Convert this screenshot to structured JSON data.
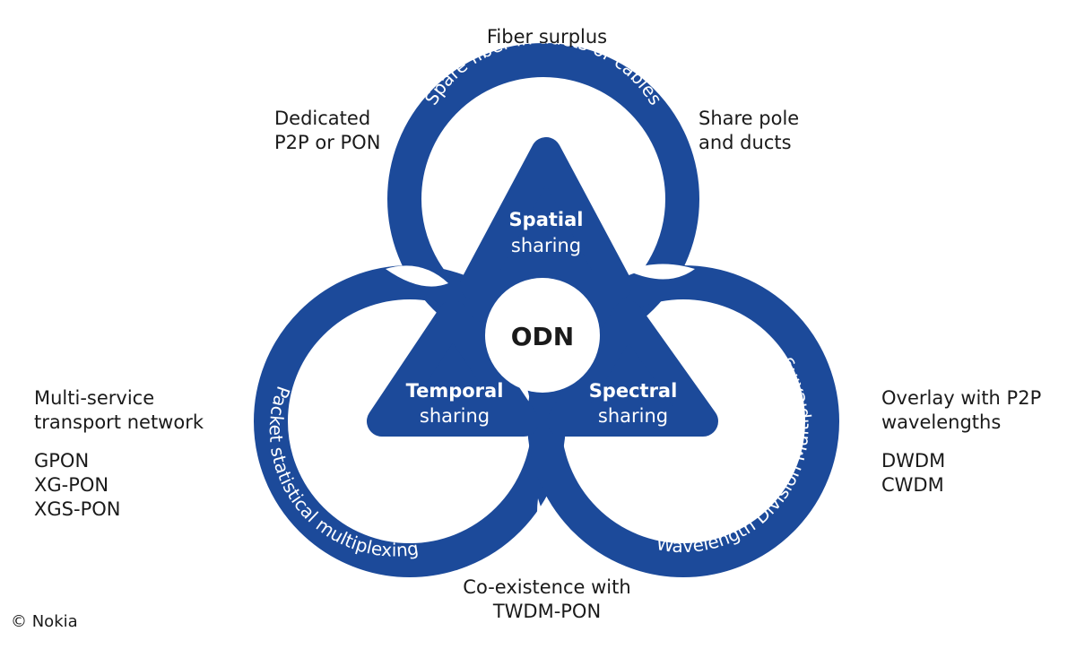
{
  "diagram": {
    "colors": {
      "primary": "#1c4a9a",
      "background": "#ffffff",
      "text_dark": "#1a1a1a",
      "text_light": "#ffffff"
    },
    "center": {
      "label": "ODN"
    },
    "sectors": {
      "spatial": {
        "title": "Spatial",
        "subtitle": "sharing",
        "ring_text": "Spare fiber in ducts or cables"
      },
      "temporal": {
        "title": "Temporal",
        "subtitle": "sharing",
        "ring_text": "Packet statistical multiplexing"
      },
      "spectral": {
        "title": "Spectral",
        "subtitle": "sharing",
        "ring_text": "Wavelength Division Multiplexing"
      }
    },
    "labels": {
      "top": "Fiber surplus",
      "top_left": "Dedicated\nP2P or PON",
      "top_right": "Share pole\nand ducts",
      "left_title": "Multi-service\ntransport network",
      "left_list": "GPON\nXG-PON\nXGS-PON",
      "right_title": "Overlay with P2P\nwavelengths",
      "right_list": "DWDM\nCWDM",
      "bottom": "Co-existence with\nTWDM-PON"
    },
    "copyright": "© Nokia"
  }
}
